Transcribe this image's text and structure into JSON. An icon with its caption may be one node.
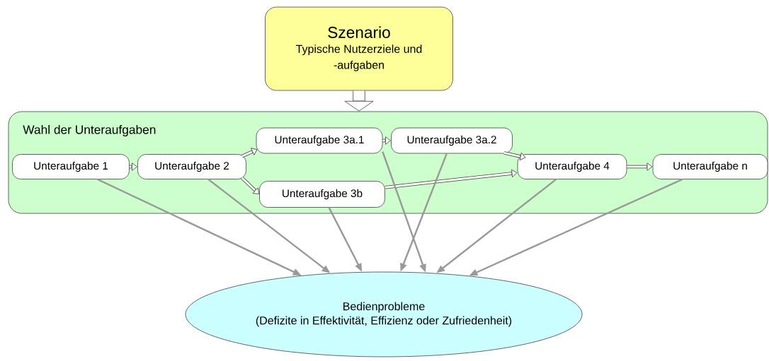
{
  "diagram": {
    "nodes": [
      {
        "text": [
          "Szenario",
          "Typische Nutzerziele und -aufgaben"
        ]
      },
      {
        "text": [
          "Wahl der Unteraufgaben"
        ]
      },
      {
        "text": [
          "Unteraufgabe 1"
        ],
        "in": 1
      },
      {
        "text": [
          "Unteraufgabe 2"
        ],
        "in": 1
      },
      {
        "text": [
          "Unteraufgabe 3a.1"
        ],
        "in": 1
      },
      {
        "text": [
          "Unteraufgabe 3a.2"
        ],
        "in": 1
      },
      {
        "text": [
          "Unteraufgabe 3b"
        ],
        "in": 1
      },
      {
        "text": [
          "Unteraufgabe 4"
        ],
        "in": 1
      },
      {
        "text": [
          "Unteraufgabe n"
        ],
        "in": 1
      },
      {
        "text": [
          "Bedienprobleme",
          "(Defizite in Effektivität, Effizienz oder Zufriedenheit)"
        ]
      }
    ],
    "edges": [
      {
        "from": 0,
        "to": 1,
        "arrow": "to",
        "style": "thick"
      },
      {
        "from": 2,
        "to": 3,
        "arrow": "to"
      },
      {
        "from": 3,
        "to": 4,
        "arrow": "to"
      },
      {
        "from": 3,
        "to": 6,
        "arrow": "to"
      },
      {
        "from": 4,
        "to": 5,
        "arrow": "to"
      },
      {
        "from": 5,
        "to": 7,
        "arrow": "to"
      },
      {
        "from": 6,
        "to": 7,
        "arrow": "to"
      },
      {
        "from": 7,
        "to": 8,
        "arrow": "to"
      },
      {
        "from": 2,
        "to": 9,
        "arrow": "to",
        "color": "#999999"
      },
      {
        "from": 3,
        "to": 9,
        "arrow": "to",
        "color": "#999999"
      },
      {
        "from": 4,
        "to": 9,
        "arrow": "to",
        "color": "#999999"
      },
      {
        "from": 5,
        "to": 9,
        "arrow": "to",
        "color": "#999999"
      },
      {
        "from": 6,
        "to": 9,
        "arrow": "to",
        "color": "#999999"
      },
      {
        "from": 7,
        "to": 9,
        "arrow": "to",
        "color": "#999999"
      },
      {
        "from": 8,
        "to": 9,
        "arrow": "to",
        "color": "#999999"
      }
    ]
  }
}
